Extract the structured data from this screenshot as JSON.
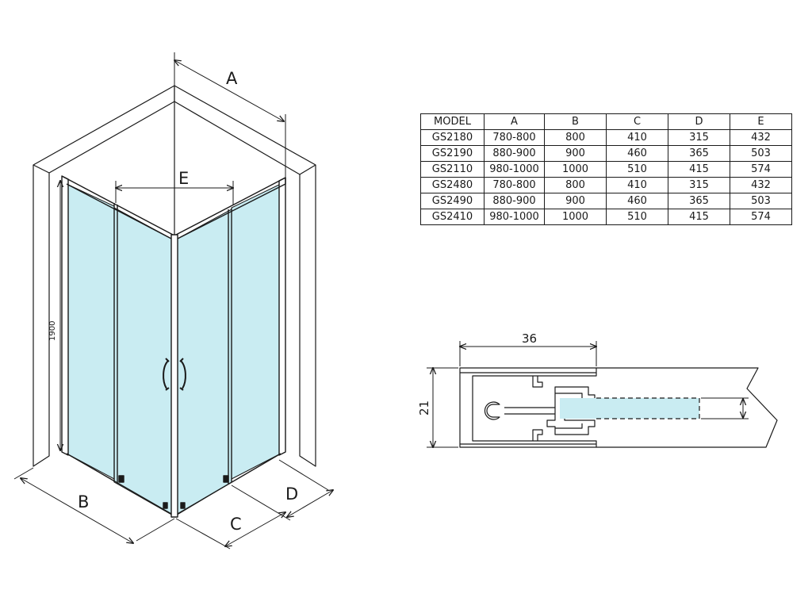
{
  "dimension_labels": {
    "a": "A",
    "b": "B",
    "c": "C",
    "d": "D",
    "e": "E",
    "height": "1900"
  },
  "profile_labels": {
    "width": "36",
    "height": "21"
  },
  "table": {
    "headers": [
      "MODEL",
      "A",
      "B",
      "C",
      "D",
      "E"
    ],
    "rows": [
      [
        "GS2180",
        "780-800",
        "800",
        "410",
        "315",
        "432"
      ],
      [
        "GS2190",
        "880-900",
        "900",
        "460",
        "365",
        "503"
      ],
      [
        "GS2110",
        "980-1000",
        "1000",
        "510",
        "415",
        "574"
      ],
      [
        "GS2480",
        "780-800",
        "800",
        "410",
        "315",
        "432"
      ],
      [
        "GS2490",
        "880-900",
        "900",
        "460",
        "365",
        "503"
      ],
      [
        "GS2410",
        "980-1000",
        "1000",
        "510",
        "415",
        "574"
      ]
    ]
  },
  "colors": {
    "glass": "#c9ecf2",
    "line": "#1a1a1a",
    "wall": "#ffffff"
  }
}
